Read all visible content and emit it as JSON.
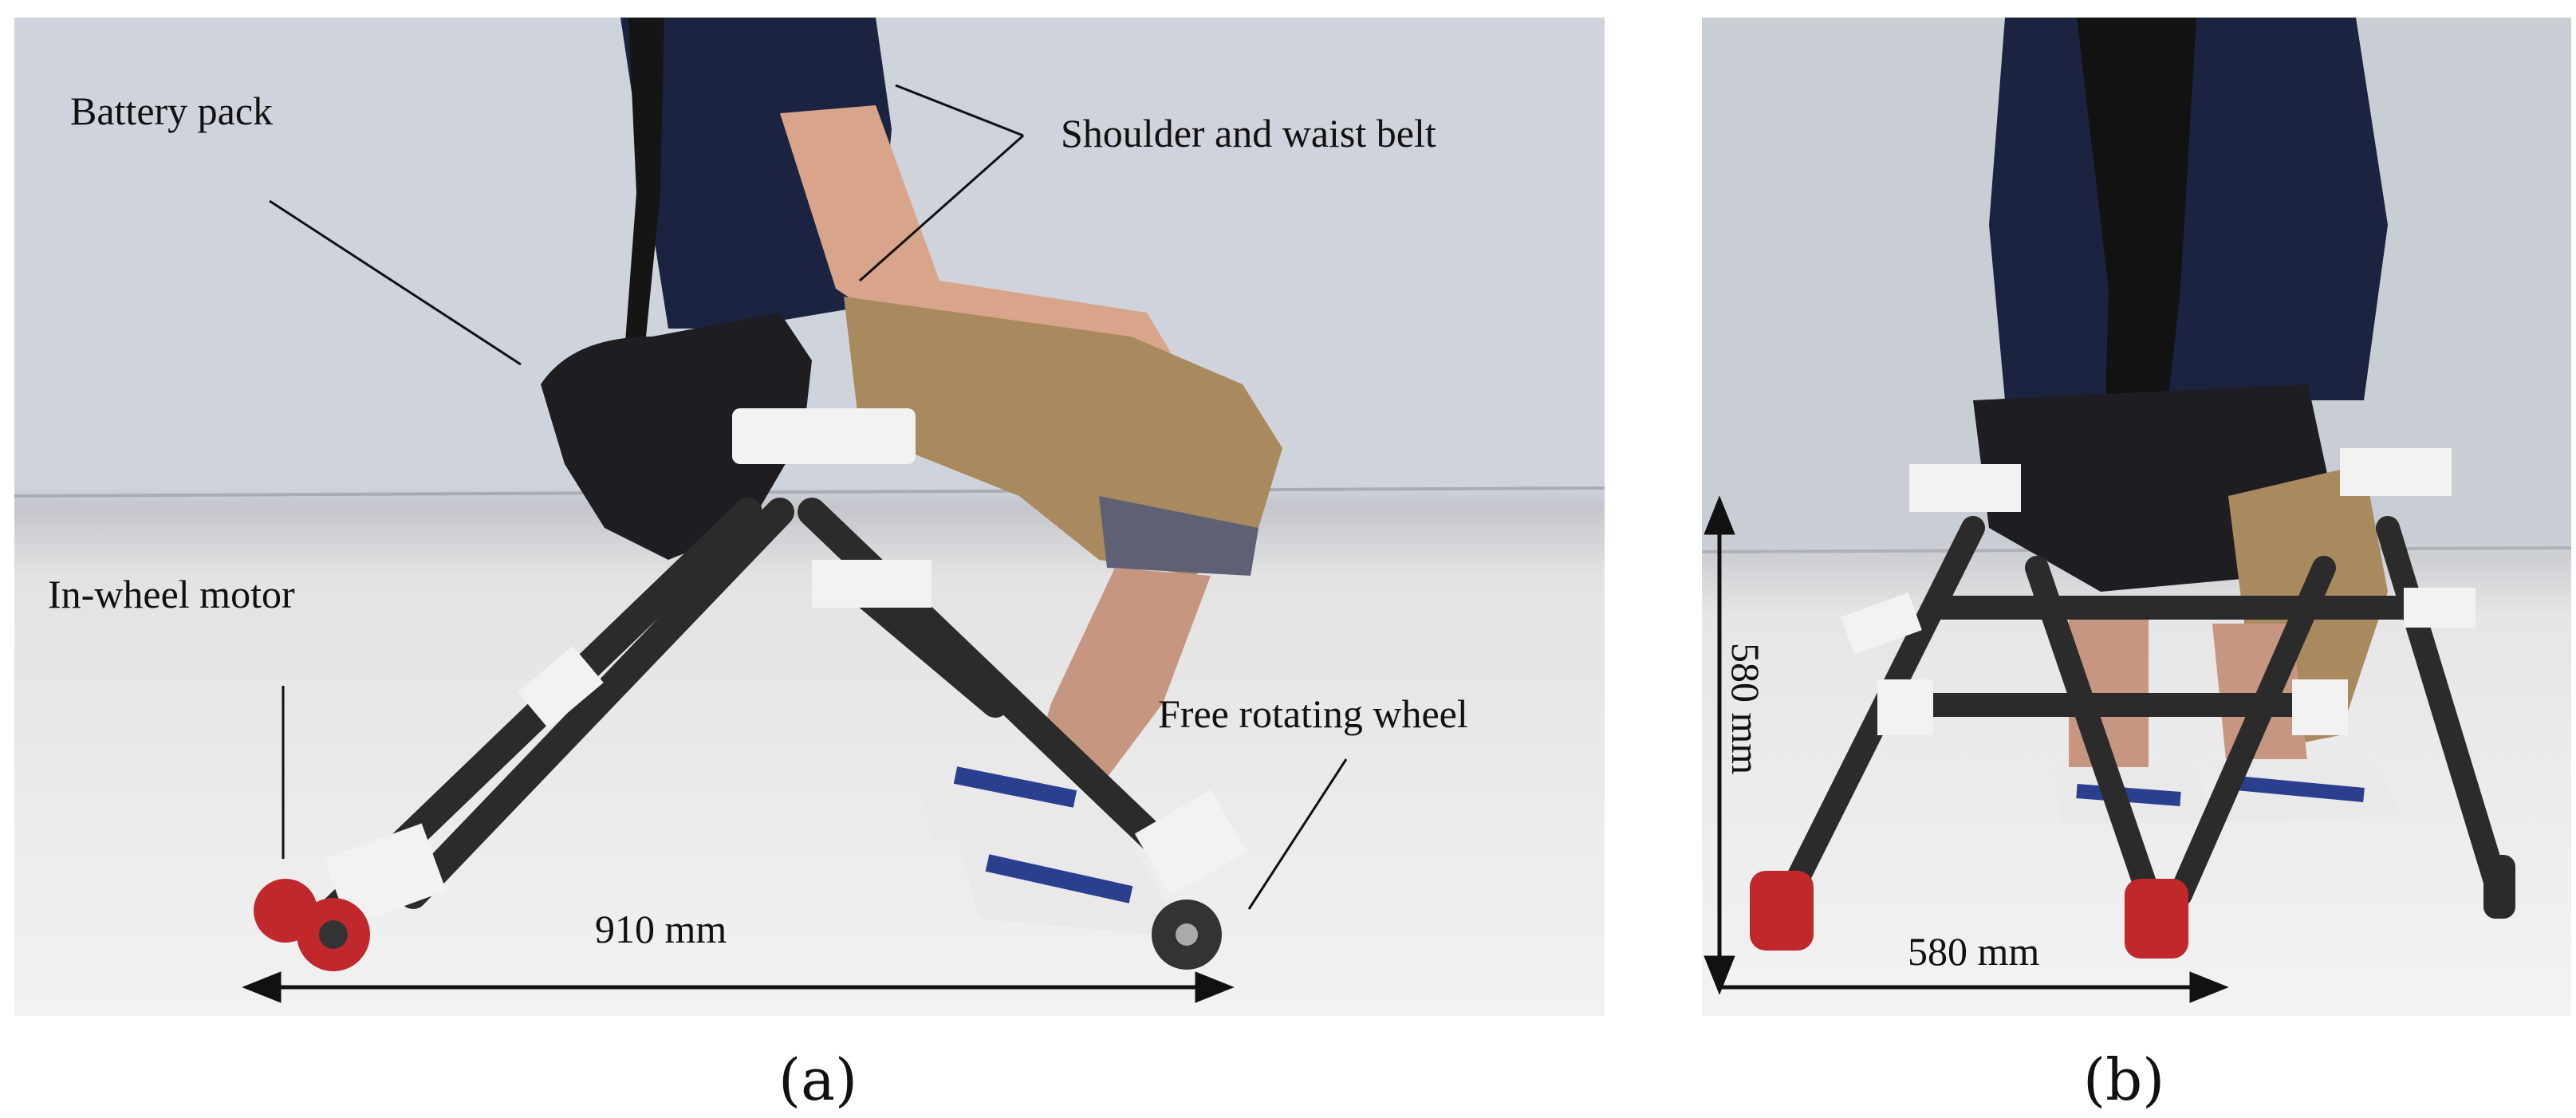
{
  "figure": {
    "panel_a": {
      "caption": "(a)",
      "labels": {
        "battery_pack": "Battery pack",
        "shoulder_waist_belt": "Shoulder and waist belt",
        "in_wheel_motor": "In-wheel motor",
        "free_rotating_wheel": "Free rotating wheel",
        "length": "910 mm"
      }
    },
    "panel_b": {
      "caption": "(b)",
      "labels": {
        "height": "580 mm",
        "width": "580 mm"
      }
    }
  },
  "colors": {
    "frame_tube": "#2b2b2b",
    "joint_white": "#f2f2f2",
    "wheel_red": "#c0282c",
    "shirt": "#1b2340",
    "shorts": "#a98a5e",
    "shoe_blue": "#2b3f8f"
  }
}
